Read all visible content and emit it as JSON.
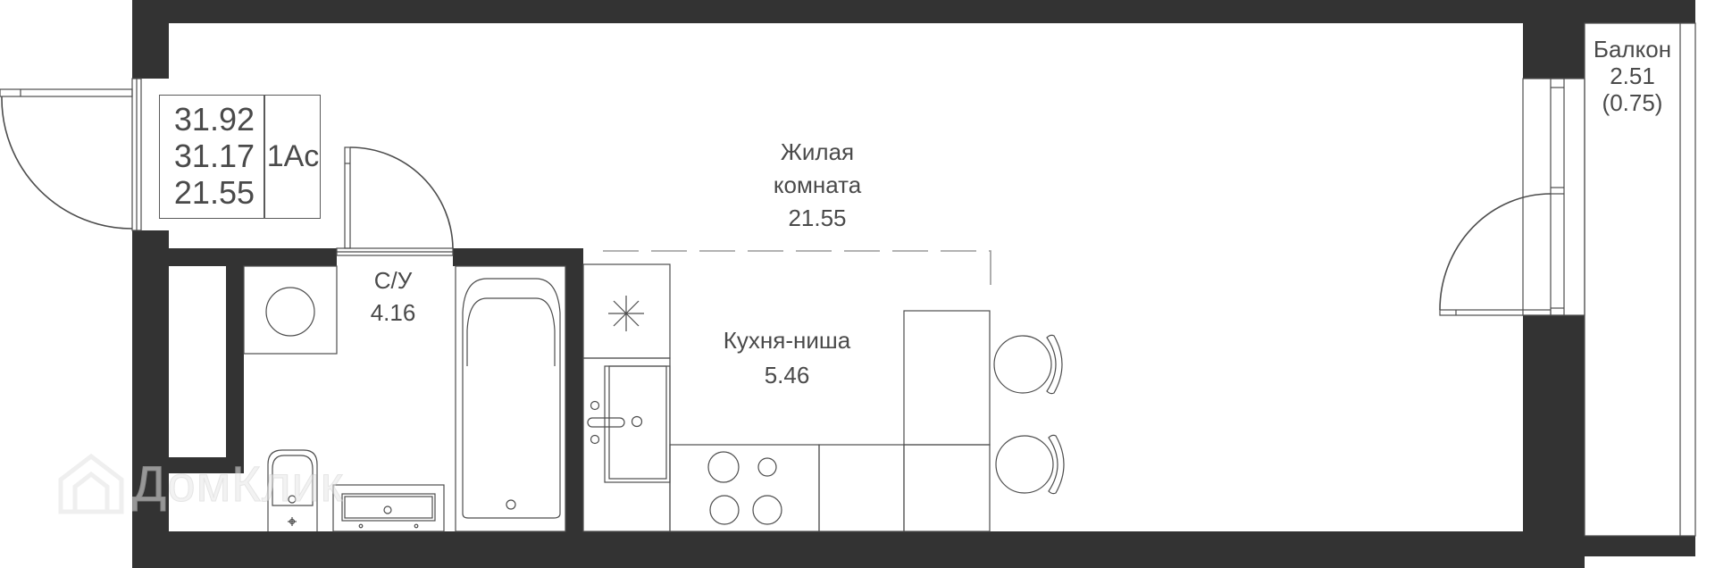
{
  "plan": {
    "summary": {
      "total_area": "31.92",
      "area_without_balcony": "31.17",
      "living_area": "21.55",
      "apartment_type": "1Ac"
    },
    "rooms": {
      "living": {
        "name_line1": "Жилая",
        "name_line2": "комната",
        "area": "21.55"
      },
      "bathroom": {
        "name": "С/У",
        "area": "4.16"
      },
      "kitchen": {
        "name": "Кухня-ниша",
        "area": "5.46"
      },
      "balcony": {
        "name": "Балкон",
        "area": "2.51",
        "reduced_area": "(0.75)"
      }
    },
    "colors": {
      "wall": "#333333",
      "line": "#4d4d4d",
      "text": "#4a4a4a",
      "dashed_zone": "#9a9a9a"
    }
  },
  "watermark": {
    "text": "ДомКлик",
    "icon": "house-icon"
  }
}
